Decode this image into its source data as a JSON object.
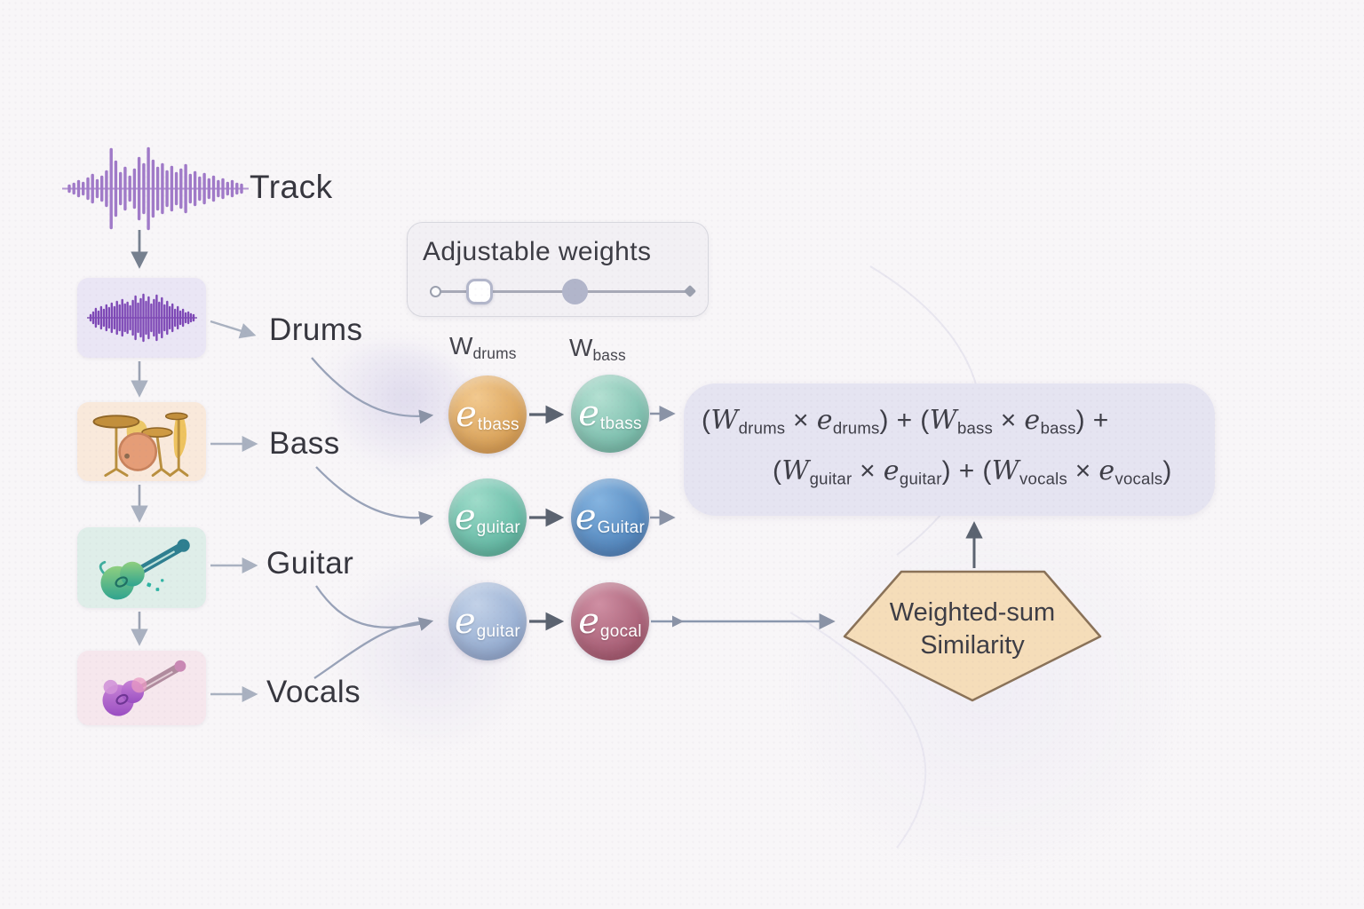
{
  "track": {
    "label": "Track"
  },
  "stems": [
    {
      "label": "Drums"
    },
    {
      "label": "Bass"
    },
    {
      "label": "Guitar"
    },
    {
      "label": "Vocals"
    }
  ],
  "weights_panel": {
    "title": "Adjustable weights"
  },
  "weight_labels": [
    {
      "segments": [
        {
          "t": "W"
        },
        {
          "t": "drums",
          "sub": true
        }
      ]
    },
    {
      "segments": [
        {
          "t": "W"
        },
        {
          "t": "bass",
          "sub": true
        }
      ]
    }
  ],
  "embeddings": {
    "col1": [
      {
        "base": "e",
        "sub": "tbass",
        "light": "#f2c98f",
        "dark": "#cd8f3e"
      },
      {
        "base": "e",
        "sub": "guitar",
        "light": "#9fdcca",
        "dark": "#46a791"
      },
      {
        "base": "e",
        "sub": "guitar",
        "light": "#c3d2e8",
        "dark": "#7f9bc6"
      }
    ],
    "col2": [
      {
        "base": "e",
        "sub": "tbass",
        "light": "#b4e0d2",
        "dark": "#5fae9b"
      },
      {
        "base": "e",
        "sub": "Guitar",
        "light": "#85b4e0",
        "dark": "#3a71ad"
      },
      {
        "base": "e",
        "sub": "gocal",
        "light": "#cf8fa3",
        "dark": "#94465e"
      }
    ]
  },
  "formula": {
    "line1": [
      {
        "t": "("
      },
      {
        "t": "W",
        "i": true
      },
      {
        "t": "drums",
        "sub": true
      },
      {
        "t": " × "
      },
      {
        "t": "e",
        "i": true
      },
      {
        "t": "drums",
        "sub": true
      },
      {
        "t": ") + ("
      },
      {
        "t": "W",
        "i": true
      },
      {
        "t": "bass",
        "sub": true
      },
      {
        "t": " × "
      },
      {
        "t": "e",
        "i": true
      },
      {
        "t": "bass",
        "sub": true
      },
      {
        "t": ") +"
      }
    ],
    "line2": [
      {
        "t": "("
      },
      {
        "t": "W",
        "i": true
      },
      {
        "t": "guitar",
        "sub": true
      },
      {
        "t": " × "
      },
      {
        "t": "e",
        "i": true
      },
      {
        "t": "guitar",
        "sub": true
      },
      {
        "t": ") + ("
      },
      {
        "t": "W",
        "i": true
      },
      {
        "t": "vocals",
        "sub": true
      },
      {
        "t": " × "
      },
      {
        "t": "e",
        "i": true
      },
      {
        "t": "vocals",
        "sub": true
      },
      {
        "t": ")"
      }
    ]
  },
  "similarity": {
    "line1": "Weighted-sum",
    "line2": "Similarity"
  },
  "colors": {
    "background": "#f8f6f8",
    "formula_box": "#e5e4f1",
    "pentagon_fill": "#f5ddb9",
    "pentagon_stroke": "#8a7258",
    "stem_boxes": [
      "#eae6f5",
      "#f9e9db",
      "#dfeee9",
      "#f6e7ed"
    ],
    "waveform_track": "#a07ac8",
    "waveform_stem": "#7e49b6",
    "arrow_dark": "#5b6370",
    "arrow_mid": "#8a93a6",
    "arrow_light": "#a9b1c0"
  }
}
